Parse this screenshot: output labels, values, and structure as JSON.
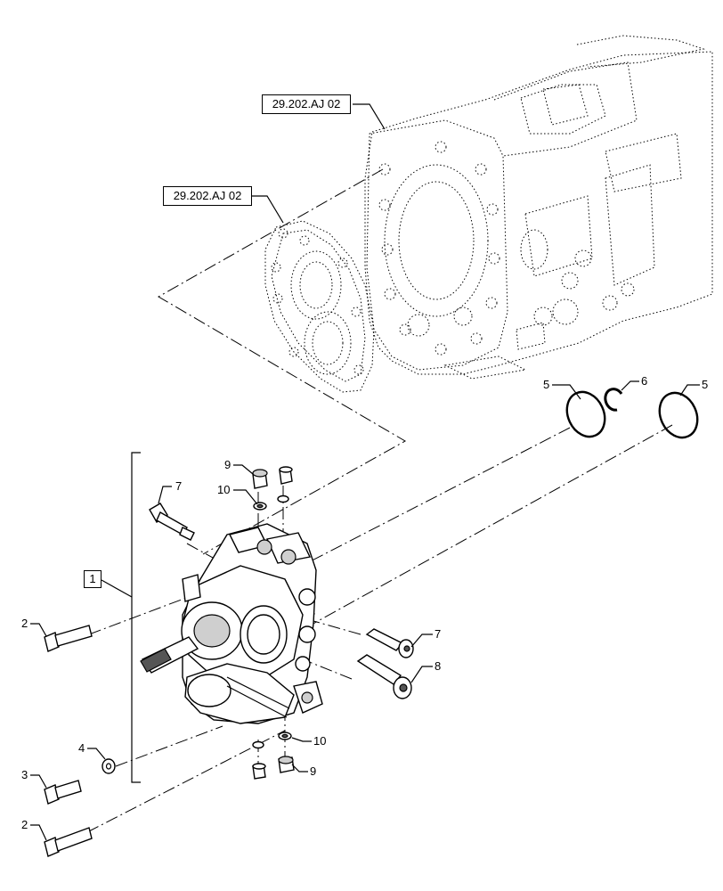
{
  "references": [
    {
      "id": "ref-top",
      "label": "29.202.AJ 02"
    },
    {
      "id": "ref-mid",
      "label": "29.202.AJ 02"
    }
  ],
  "assembly_label": "1",
  "callouts": {
    "c2a": "2",
    "c2b": "2",
    "c3": "3",
    "c4": "4",
    "c5a": "5",
    "c5b": "5",
    "c6": "6",
    "c7a": "7",
    "c7b": "7",
    "c8": "8",
    "c9a": "9",
    "c9b": "9",
    "c10a": "10",
    "c10b": "10"
  }
}
